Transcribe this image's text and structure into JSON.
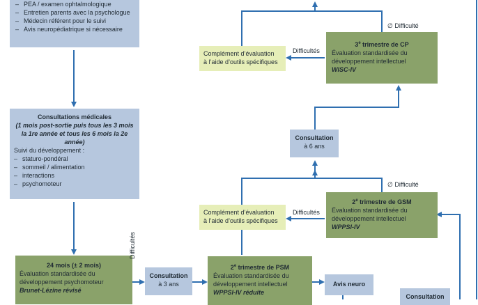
{
  "top_box": {
    "items": [
      "PEA / examen ophtalmologique",
      "Entretien parents avec la psychologue",
      "Médecin référent pour le suivi",
      "Avis neuropédiatrique si nécessaire"
    ]
  },
  "consultations_medicales": {
    "title": "Consultations médicales",
    "subtitle_1": "(1 mois post-sortie puis tous les 3 mois",
    "subtitle_2": "la 1re année et tous les 6 mois la 2e année)",
    "suivi_label": "Suivi du développement :",
    "items": [
      "staturo-pondéral",
      "sommeil / alimentation",
      "interactions",
      "psychomoteur"
    ]
  },
  "m24": {
    "title": "24 mois (± 2 mois)",
    "line1": "Évaluation standardisée du",
    "line2": "développement psychomoteur",
    "test": "Brunet-Lézine révisé"
  },
  "consult_3ans": {
    "line1": "Consultation",
    "line2": "à 3 ans"
  },
  "psm": {
    "title_pre": "2",
    "title_sup": "e",
    "title_post": " trimestre de PSM",
    "line1": "Évaluation standardisée du",
    "line2": "développement intellectuel",
    "test": "WPPSI-IV réduite"
  },
  "avis_neuro": {
    "label": "Avis neuro"
  },
  "consultation_bottom": {
    "label": "Consultation"
  },
  "gsm": {
    "title_pre": "2",
    "title_sup": "e",
    "title_post": " trimestre de GSM",
    "line1": "Évaluation standardisée du",
    "line2": "développement intellectuel",
    "test": "WPPSI-IV"
  },
  "consult_6ans": {
    "line1": "Consultation",
    "line2": "à 6 ans"
  },
  "cp": {
    "title_pre": "3",
    "title_sup": "e",
    "title_post": " trimestre de CP",
    "line1": "Évaluation standardisée du",
    "line2": "développement intellectuel",
    "test": "WISC-IV"
  },
  "complement_top": {
    "line1": "Complément d’évaluation",
    "line2": "à l’aide d’outils spécifiques"
  },
  "complement_mid": {
    "line1": "Complément d’évaluation",
    "line2": "à l’aide d’outils spécifiques"
  },
  "labels": {
    "difficultes": "Difficultés",
    "no_difficulte": "∅ Difficulté"
  },
  "colors": {
    "blue_box": "#b6c7de",
    "green_box": "#8aa26a",
    "light_green_box": "#e6eeb8",
    "arrow": "#2f6fb0"
  }
}
